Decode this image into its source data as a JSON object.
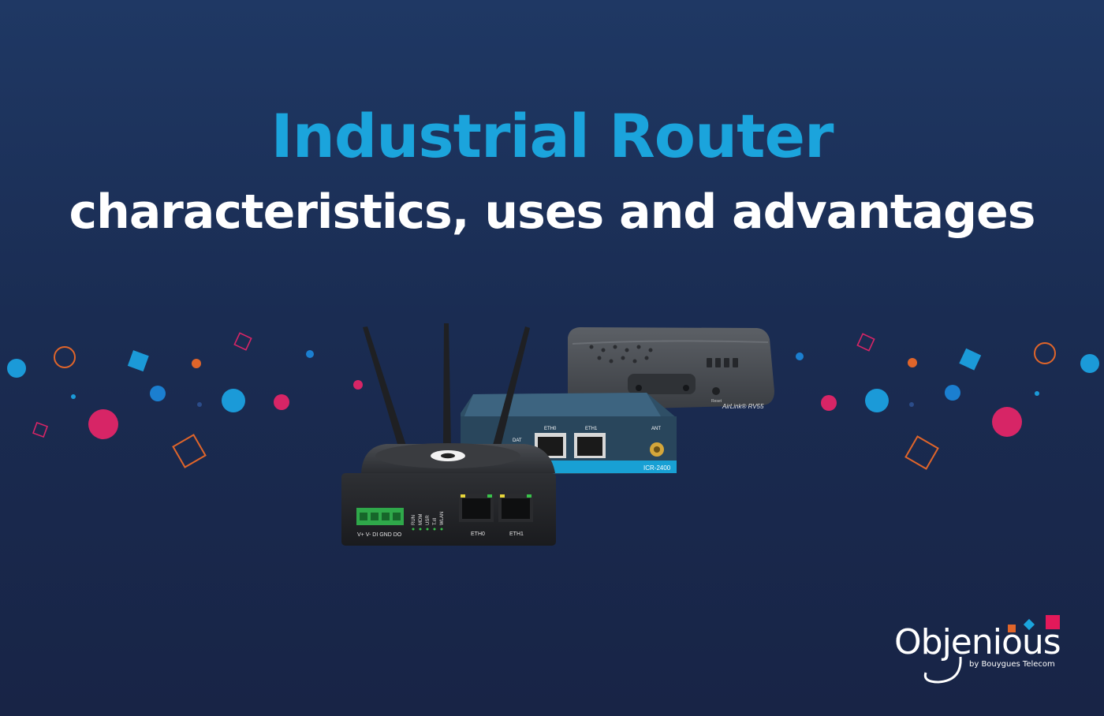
{
  "title": "Industrial Router",
  "subtitle": "characteristics, uses and advantages",
  "routers": {
    "front": {
      "terminals": "V+ V- DI GND DO",
      "leds": [
        "RUN",
        "MDM",
        "USR",
        "T.ıll",
        "WLAN"
      ],
      "port1": "ETH0",
      "port2": "ETH1"
    },
    "middle": {
      "port1": "ETH0",
      "port2": "ETH1",
      "antenna": "ANT",
      "status": "DAT",
      "model": "ICR-2400"
    },
    "back": {
      "model": "AirLink® RV55",
      "reset": "Reset"
    }
  },
  "logo": {
    "name": "Objenious",
    "tagline": "by Bouygues Telecom"
  },
  "colors": {
    "background_top": "#1f3864",
    "background_bottom": "#182446",
    "title": "#1ba4dc",
    "subtitle": "#ffffff",
    "blue": "#1b8fd6",
    "pink": "#d72566",
    "orange": "#e0652a"
  }
}
